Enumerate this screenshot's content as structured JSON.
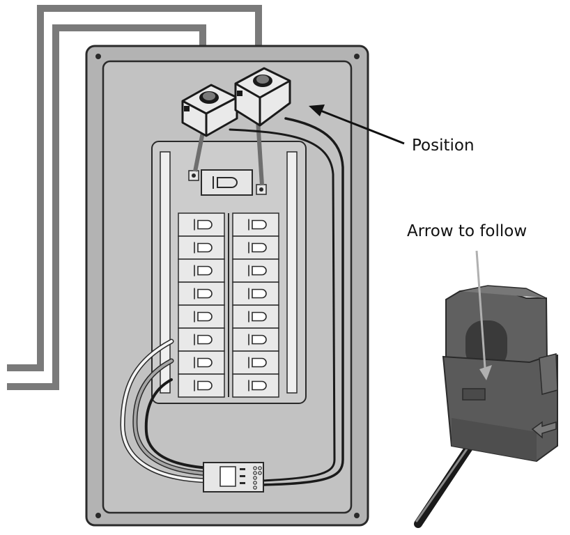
{
  "labels": {
    "position": "Position",
    "arrow_to_follow": "Arrow to follow"
  },
  "colors": {
    "panel_outer": "#b3b3b3",
    "panel_inner": "#c2c2c2",
    "outline": "#2a2a2a",
    "feed_wire": "#7a7a7a",
    "sensor_body": "#555555",
    "white_wire": "#f4f4f4",
    "black_wire": "#1a1a1a"
  },
  "breaker_rows": 8,
  "breaker_columns": 2
}
